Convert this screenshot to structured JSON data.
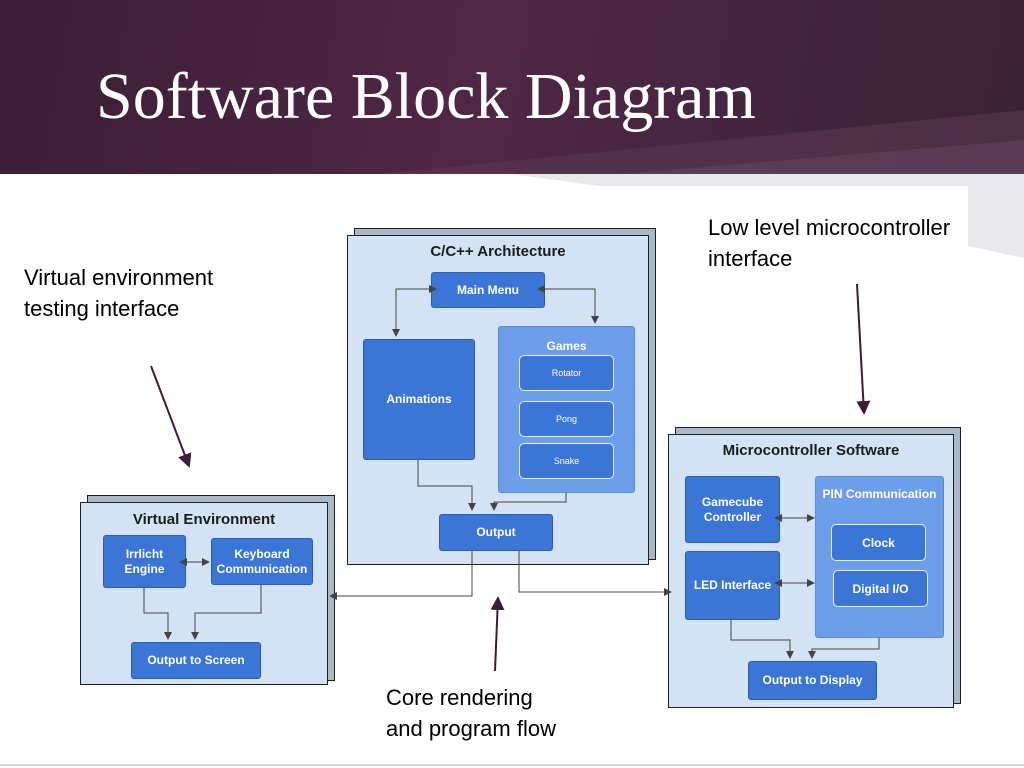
{
  "slide": {
    "title": "Software Block Diagram"
  },
  "callouts": {
    "virtual": "Virtual environment\ntesting interface",
    "low_level": "Low level microcontroller\ninterface",
    "core": "Core rendering\nand program flow"
  },
  "cpp": {
    "title": "C/C++ Architecture",
    "main_menu": "Main Menu",
    "animations": "Animations",
    "games": {
      "title": "Games",
      "items": [
        "Rotator",
        "Pong",
        "Snake"
      ]
    },
    "output": "Output"
  },
  "virtual_env": {
    "title": "Virtual Environment",
    "irrlicht": "Irrlicht\nEngine",
    "keyboard": "Keyboard\nCommunication",
    "output_screen": "Output to Screen"
  },
  "mcu": {
    "title": "Microcontroller Software",
    "gamecube": "Gamecube\nController",
    "led": "LED Interface",
    "pin": {
      "title": "PIN Communication",
      "clock": "Clock",
      "digital_io": "Digital I/O"
    },
    "output_display": "Output to Display"
  },
  "colors": {
    "header": "#4a2542",
    "panel": "#d3e3f3",
    "block": "#3b76d6",
    "group": "#6d9eea",
    "arrow": "#3b1d35"
  }
}
